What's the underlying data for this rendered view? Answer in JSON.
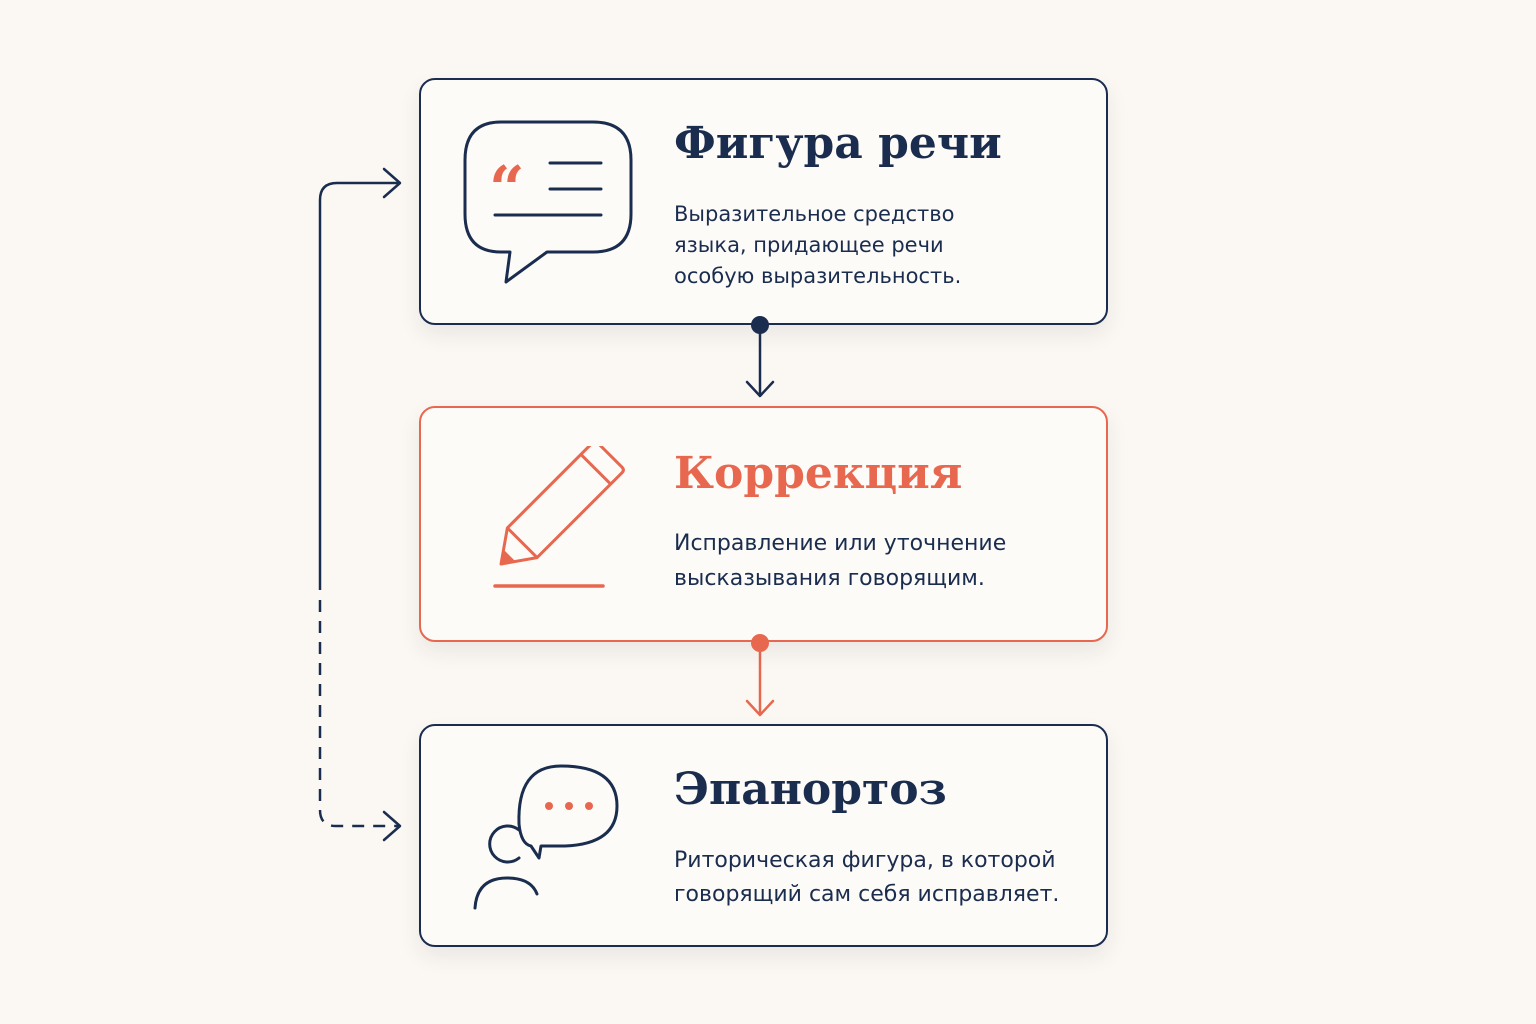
{
  "colors": {
    "navy": "#1b2d4f",
    "coral": "#e8684f",
    "background": "#fbf8f3"
  },
  "cards": [
    {
      "title": "Фигура речи",
      "description": "Выразительное средство\nязыка, придающее речи\nособую выразительность.",
      "icon": "quote-speech-bubble-icon",
      "accent": "navy"
    },
    {
      "title": "Коррекция",
      "description": "Исправление или уточнение\nвысказывания говорящим.",
      "icon": "pencil-icon",
      "accent": "coral"
    },
    {
      "title": "Эпанортоз",
      "description": "Риторическая фигура, в которой\nговорящий сам себя исправляет.",
      "icon": "speaker-speech-bubble-icon",
      "accent": "navy"
    }
  ],
  "connectors": [
    {
      "from": "Фигура речи",
      "to": "Коррекция",
      "style": "solid",
      "color": "navy"
    },
    {
      "from": "Коррекция",
      "to": "Эпанортоз",
      "style": "solid",
      "color": "coral"
    },
    {
      "from": "Эпанортоз",
      "to": "Фигура речи",
      "style": "solid-dashed loop",
      "color": "navy",
      "arrowheads": "both ends"
    }
  ]
}
